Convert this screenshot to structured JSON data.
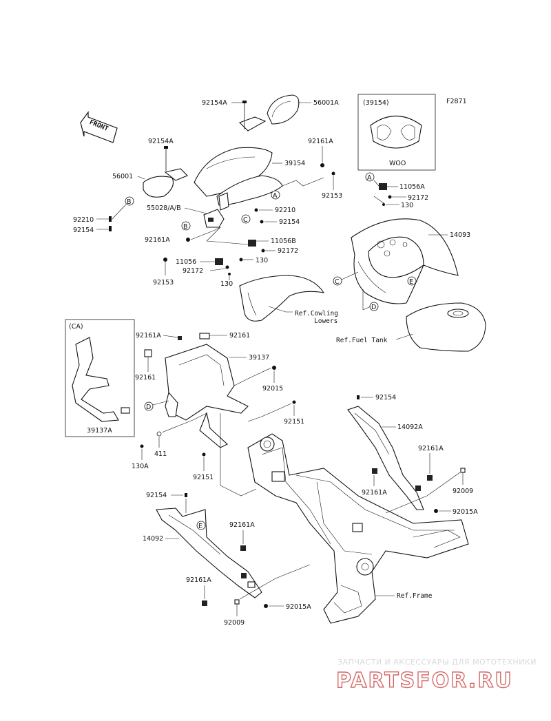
{
  "figure_code": "F2871",
  "inset_top": {
    "title": "(39154)",
    "caption": "WOO"
  },
  "inset_ca": {
    "title": "(CA)",
    "part": "39137A"
  },
  "labels": {
    "p92154A_top": "92154A",
    "p56001A": "56001A",
    "p92154A_left": "92154A",
    "p56001": "56001",
    "p39154": "39154",
    "p92161A_top": "92161A",
    "p92153_top": "92153",
    "p92210_left": "92210",
    "p92154_left": "92154",
    "p55028": "55028/A/B",
    "p92210_mid": "92210",
    "p92154_mid": "92154",
    "p92161A_mid": "92161A",
    "p11056B": "11056B",
    "p92172_mid": "92172",
    "p11056": "11056",
    "p130_mid": "130",
    "p92172_low": "92172",
    "p92153_low": "92153",
    "p130_low": "130",
    "p11056A": "11056A",
    "p92172_right": "92172",
    "p130_right": "130",
    "p14093": "14093",
    "ref_cowling_1": "Ref.Cowling",
    "ref_cowling_2": "Lowers",
    "ref_fuel_tank": "Ref.Fuel Tank",
    "p92161A_frame": "92161A",
    "p92161_frame_top": "92161",
    "p39137": "39137",
    "p92161_frame_left": "92161",
    "p92015": "92015",
    "p92151_right": "92151",
    "p411": "411",
    "p130A": "130A",
    "p92151_low": "92151",
    "p92154_right": "92154",
    "p14092A": "14092A",
    "p92161A_right1": "92161A",
    "p92161A_right2": "92161A",
    "p92009_right": "92009",
    "p92015A_right": "92015A",
    "p92154_lowleft": "92154",
    "p14092": "14092",
    "p92161A_lowleft1": "92161A",
    "p92161A_lowleft2": "92161A",
    "p92015A_low": "92015A",
    "p92009_low": "92009",
    "ref_frame": "Ref.Frame"
  },
  "ref_markers": {
    "A1": "A",
    "A2": "A",
    "B1": "B",
    "B2": "B",
    "C1": "C",
    "C2": "C",
    "D1": "D",
    "D2": "D",
    "E1": "E",
    "E2": "E"
  },
  "front_arrow": "FRONT",
  "watermark": {
    "line1": "ЗАПЧАСТИ И АКСЕССУАРЫ ДЛЯ МОТОТЕХНИКИ",
    "line2": "PARTSFOR.RU"
  }
}
